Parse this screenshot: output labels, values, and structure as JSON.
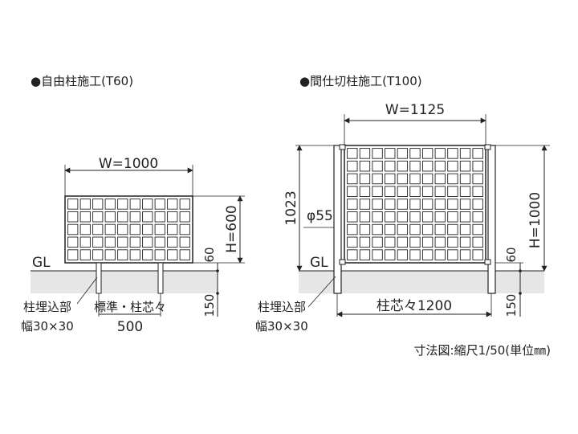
{
  "left": {
    "title": "●自由柱施工(T60)",
    "width_label": "W=1000",
    "height_label": "H=600",
    "gap_label": "60",
    "embed_label": "150",
    "gl_label": "GL",
    "post_embed_label": "柱埋込部",
    "post_size_label": "幅30×30",
    "pitch_title": "標準・柱芯々",
    "pitch_value": "500"
  },
  "right": {
    "title": "●間仕切柱施工(T100)",
    "width_label": "W=1125",
    "total_height_label": "1023",
    "height_label": "H=1000",
    "diameter_label": "φ55",
    "gap_label": "60",
    "embed_label": "150",
    "gl_label": "GL",
    "post_embed_label": "柱埋込部",
    "post_size_label": "幅30×30",
    "pitch_label": "柱芯々1200"
  },
  "footer": {
    "scale_note": "寸法図:縮尺1/50(単位㎜)"
  },
  "colors": {
    "line": "#222222",
    "ground": "#e6e6e6",
    "panel_fill": "#ffffff"
  }
}
